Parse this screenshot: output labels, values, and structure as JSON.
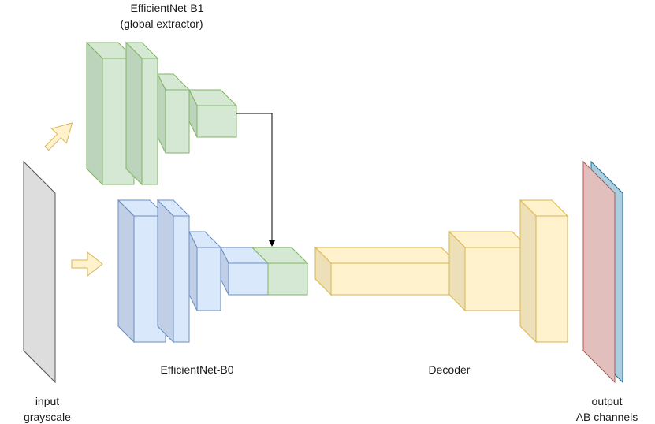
{
  "labels": {
    "b1_line1": "EfficientNet-B1",
    "b1_line2": "(global extractor)",
    "b0": "EfficientNet-B0",
    "decoder": "Decoder",
    "input_line1": "input",
    "input_line2": "grayscale",
    "output_line1": "output",
    "output_line2": "AB channels"
  },
  "colors": {
    "green_front": "#d5e8d4",
    "green_side": "#bdd4bc",
    "green_stroke": "#82b366",
    "blue_front": "#dae8fc",
    "blue_side": "#c0cfe6",
    "blue_stroke": "#6c8ebf",
    "yellow_front": "#fff2cc",
    "yellow_side": "#ede0b8",
    "yellow_stroke": "#d6b656",
    "gray_fill": "#dddddd",
    "gray_stroke": "#555555",
    "red_fill": "#e0bfbd",
    "red_stroke": "#b85450",
    "cyan_fill": "#a9cfe0",
    "cyan_stroke": "#10739e",
    "arrow": "#000000"
  },
  "icons": [
    "arrow-up-right-icon",
    "arrow-right-icon"
  ]
}
